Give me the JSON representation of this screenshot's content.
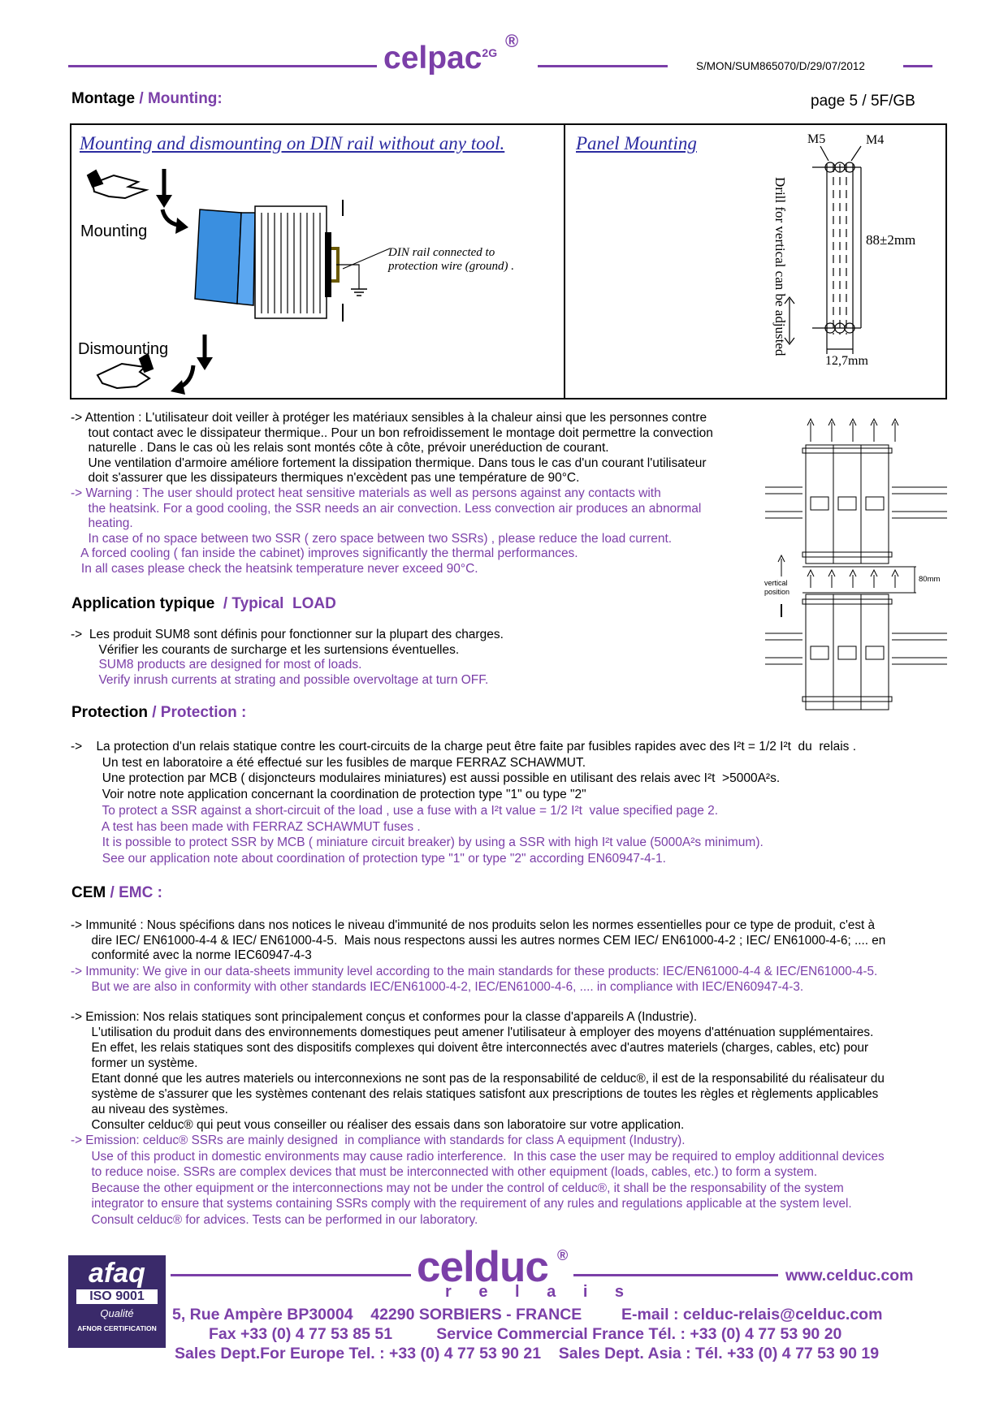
{
  "header": {
    "brand": "celpac",
    "brand_sup": "2G",
    "reg": "®",
    "ref": "S/MON/SUM865070/D/29/07/2012",
    "page": "page 5 / 5F/GB"
  },
  "mounting": {
    "title_fr": "Montage",
    "title_en": " / Mounting:",
    "din_title": "Mounting and dismounting on DIN rail without any tool.",
    "panel_title": "Panel Mounting",
    "mounting_label": "Mounting",
    "dismounting_label": "Dismounting",
    "din_note_1": "DIN rail connected to",
    "din_note_2": "protection wire (ground) .",
    "m5": "M5",
    "m4": "M4",
    "dim_88": "88±2mm",
    "dim_127": "12,7mm",
    "drill_note": "Drill for vertical can be adjusted",
    "vertical_pos_1": "vertical",
    "vertical_pos_2": "position",
    "dim_80": "80mm"
  },
  "attention": {
    "fr": [
      "-> Attention : L'utilisateur doit veiller à protéger les matériaux sensibles à la chaleur ainsi que les personnes contre",
      "     tout contact avec le dissipateur thermique.. Pour un bon refroidissement le montage doit permettre la convection",
      "     naturelle . Dans le cas où les relais sont montés côte à côte, prévoir uneréduction de courant.",
      "     Une ventilation d'armoire améliore fortement la dissipation thermique. Dans tous le cas d'un courant l'utilisateur",
      "     doit s'assurer que les dissipateurs thermiques n'excèdent pas une température de 90°C."
    ],
    "en": [
      "-> Warning : The user should protect heat sensitive materials as well as persons against any contacts with",
      "     the heatsink. For a good cooling, the SSR needs an air convection. Less convection air produces an abnormal",
      "     heating.",
      "     In case of no space between two SSR ( zero space between two SSRs) , please reduce the load current.",
      "   A forced cooling ( fan inside the cabinet) improves significantly the thermal performances.",
      "   In all cases please check the heatsink temperature never exceed 90°C."
    ]
  },
  "application": {
    "title_fr": "Application typique ",
    "title_en": " / Typical  LOAD",
    "fr": [
      "->  Les produit SUM8 sont définis pour fonctionner sur la plupart des charges.",
      "        Vérifier les courants de surcharge et les surtensions éventuelles."
    ],
    "en": [
      "        SUM8 products are designed for most of loads.",
      "        Verify inrush currents at strating and possible overvoltage at turn OFF."
    ]
  },
  "protection": {
    "title_fr": "Protection",
    "title_en": " / Protection :",
    "fr": [
      "->    La protection d'un relais statique contre les court-circuits de la charge peut être faite par fusibles rapides avec des I²t = 1/2 I²t  du  relais .",
      "         Un test en laboratoire a été effectué sur les fusibles de marque FERRAZ SCHAWMUT.",
      "         Une protection par MCB ( disjoncteurs modulaires miniatures) est aussi possible en utilisant des relais avec I²t  >5000A²s.",
      "         Voir notre note application concernant la coordination de protection type \"1\" ou type \"2\""
    ],
    "en": [
      "         To protect a SSR against a short-circuit of the load , use a fuse with a I²t value = 1/2 I²t  value specified page 2.",
      "         A test has been made with FERRAZ SCHAWMUT fuses .",
      "         It is possible to protect SSR by MCB ( miniature circuit breaker) by using a SSR with high I²t value (5000A²s minimum).",
      "         See our application note about coordination of protection type \"1\" or type \"2\" according EN60947-4-1."
    ]
  },
  "emc": {
    "title_fr": "CEM",
    "title_en": " / EMC :",
    "immunity_fr": [
      "-> Immunité : Nous spécifions dans nos notices le niveau d'immunité de nos produits selon les normes essentielles pour ce type de produit, c'est à",
      "      dire IEC/ EN61000-4-4 & IEC/ EN61000-4-5.  Mais nous respectons aussi les autres normes CEM IEC/ EN61000-4-2 ; IEC/ EN61000-4-6; .... en",
      "      conformité avec la norme IEC60947-4-3"
    ],
    "immunity_en": [
      "-> Immunity: We give in our data-sheets immunity level according to the main standards for these products: IEC/EN61000-4-4 & IEC/EN61000-4-5.",
      "      But we are also in conformity with other standards IEC/EN61000-4-2, IEC/EN61000-4-6, .... in compliance with IEC/EN60947-4-3."
    ],
    "emission_fr": [
      "-> Emission: Nos relais statiques sont principalement conçus et conformes pour la classe d'appareils A (Industrie).",
      "      L'utilisation du produit dans des environnements domestiques peut amener l'utilisateur à employer des moyens d'atténuation supplémentaires.",
      "      En effet, les relais statiques sont des dispositifs complexes qui doivent être interconnectés avec d'autres materiels (charges, cables, etc) pour",
      "      former un système.",
      "      Etant donné que les autres materiels ou interconnexions ne sont pas de la responsabilité de celduc®, il est de la responsabilité du réalisateur du",
      "      système de s'assurer que les systèmes contenant des relais statiques satisfont aux prescriptions de toutes les règles et règlements applicables",
      "      au niveau des systèmes.",
      "      Consulter celduc® qui peut vous conseiller ou réaliser des essais dans son laboratoire sur votre application."
    ],
    "emission_en": [
      "-> Emission: celduc® SSRs are mainly designed  in compliance with standards for class A equipment (Industry).",
      "      Use of this product in domestic environments may cause radio interference.  In this case the user may be required to employ additionnal devices",
      "      to reduce noise. SSRs are complex devices that must be interconnected with other equipment (loads, cables, etc.) to form a system.",
      "      Because the other equipment or the interconnections may not be under the control of celduc®, it shall be the responsability of the system",
      "      integrator to ensure that systems containing SSRs comply with the requirement of any rules and regulations applicable at the system level.",
      "      Consult celduc® for advices. Tests can be performed in our laboratory."
    ]
  },
  "footer": {
    "afaq_1": "afaq",
    "afaq_2": "ISO 9001",
    "afaq_3": "Qualité",
    "afaq_4": "AFNOR CERTIFICATION",
    "brand": "celduc",
    "reg": "®",
    "relais": "r e l a i s",
    "web": "www.celduc.com",
    "address": "5, Rue Ampère BP30004    42290 SORBIERS - FRANCE         E-mail : celduc-relais@celduc.com",
    "fax": "Fax +33 (0) 4 77 53 85 51          Service Commercial France Tél. : +33 (0) 4 77 53 90 20",
    "sales": "Sales Dept.For Europe Tel. : +33 (0) 4 77 53 90 21    Sales Dept. Asia : Tél. +33 (0) 4 77 53 90 19"
  },
  "colors": {
    "accent": "#7b3fa8",
    "diagram_blue": "#3a8fe0",
    "link_blue": "#2b2ba0"
  }
}
